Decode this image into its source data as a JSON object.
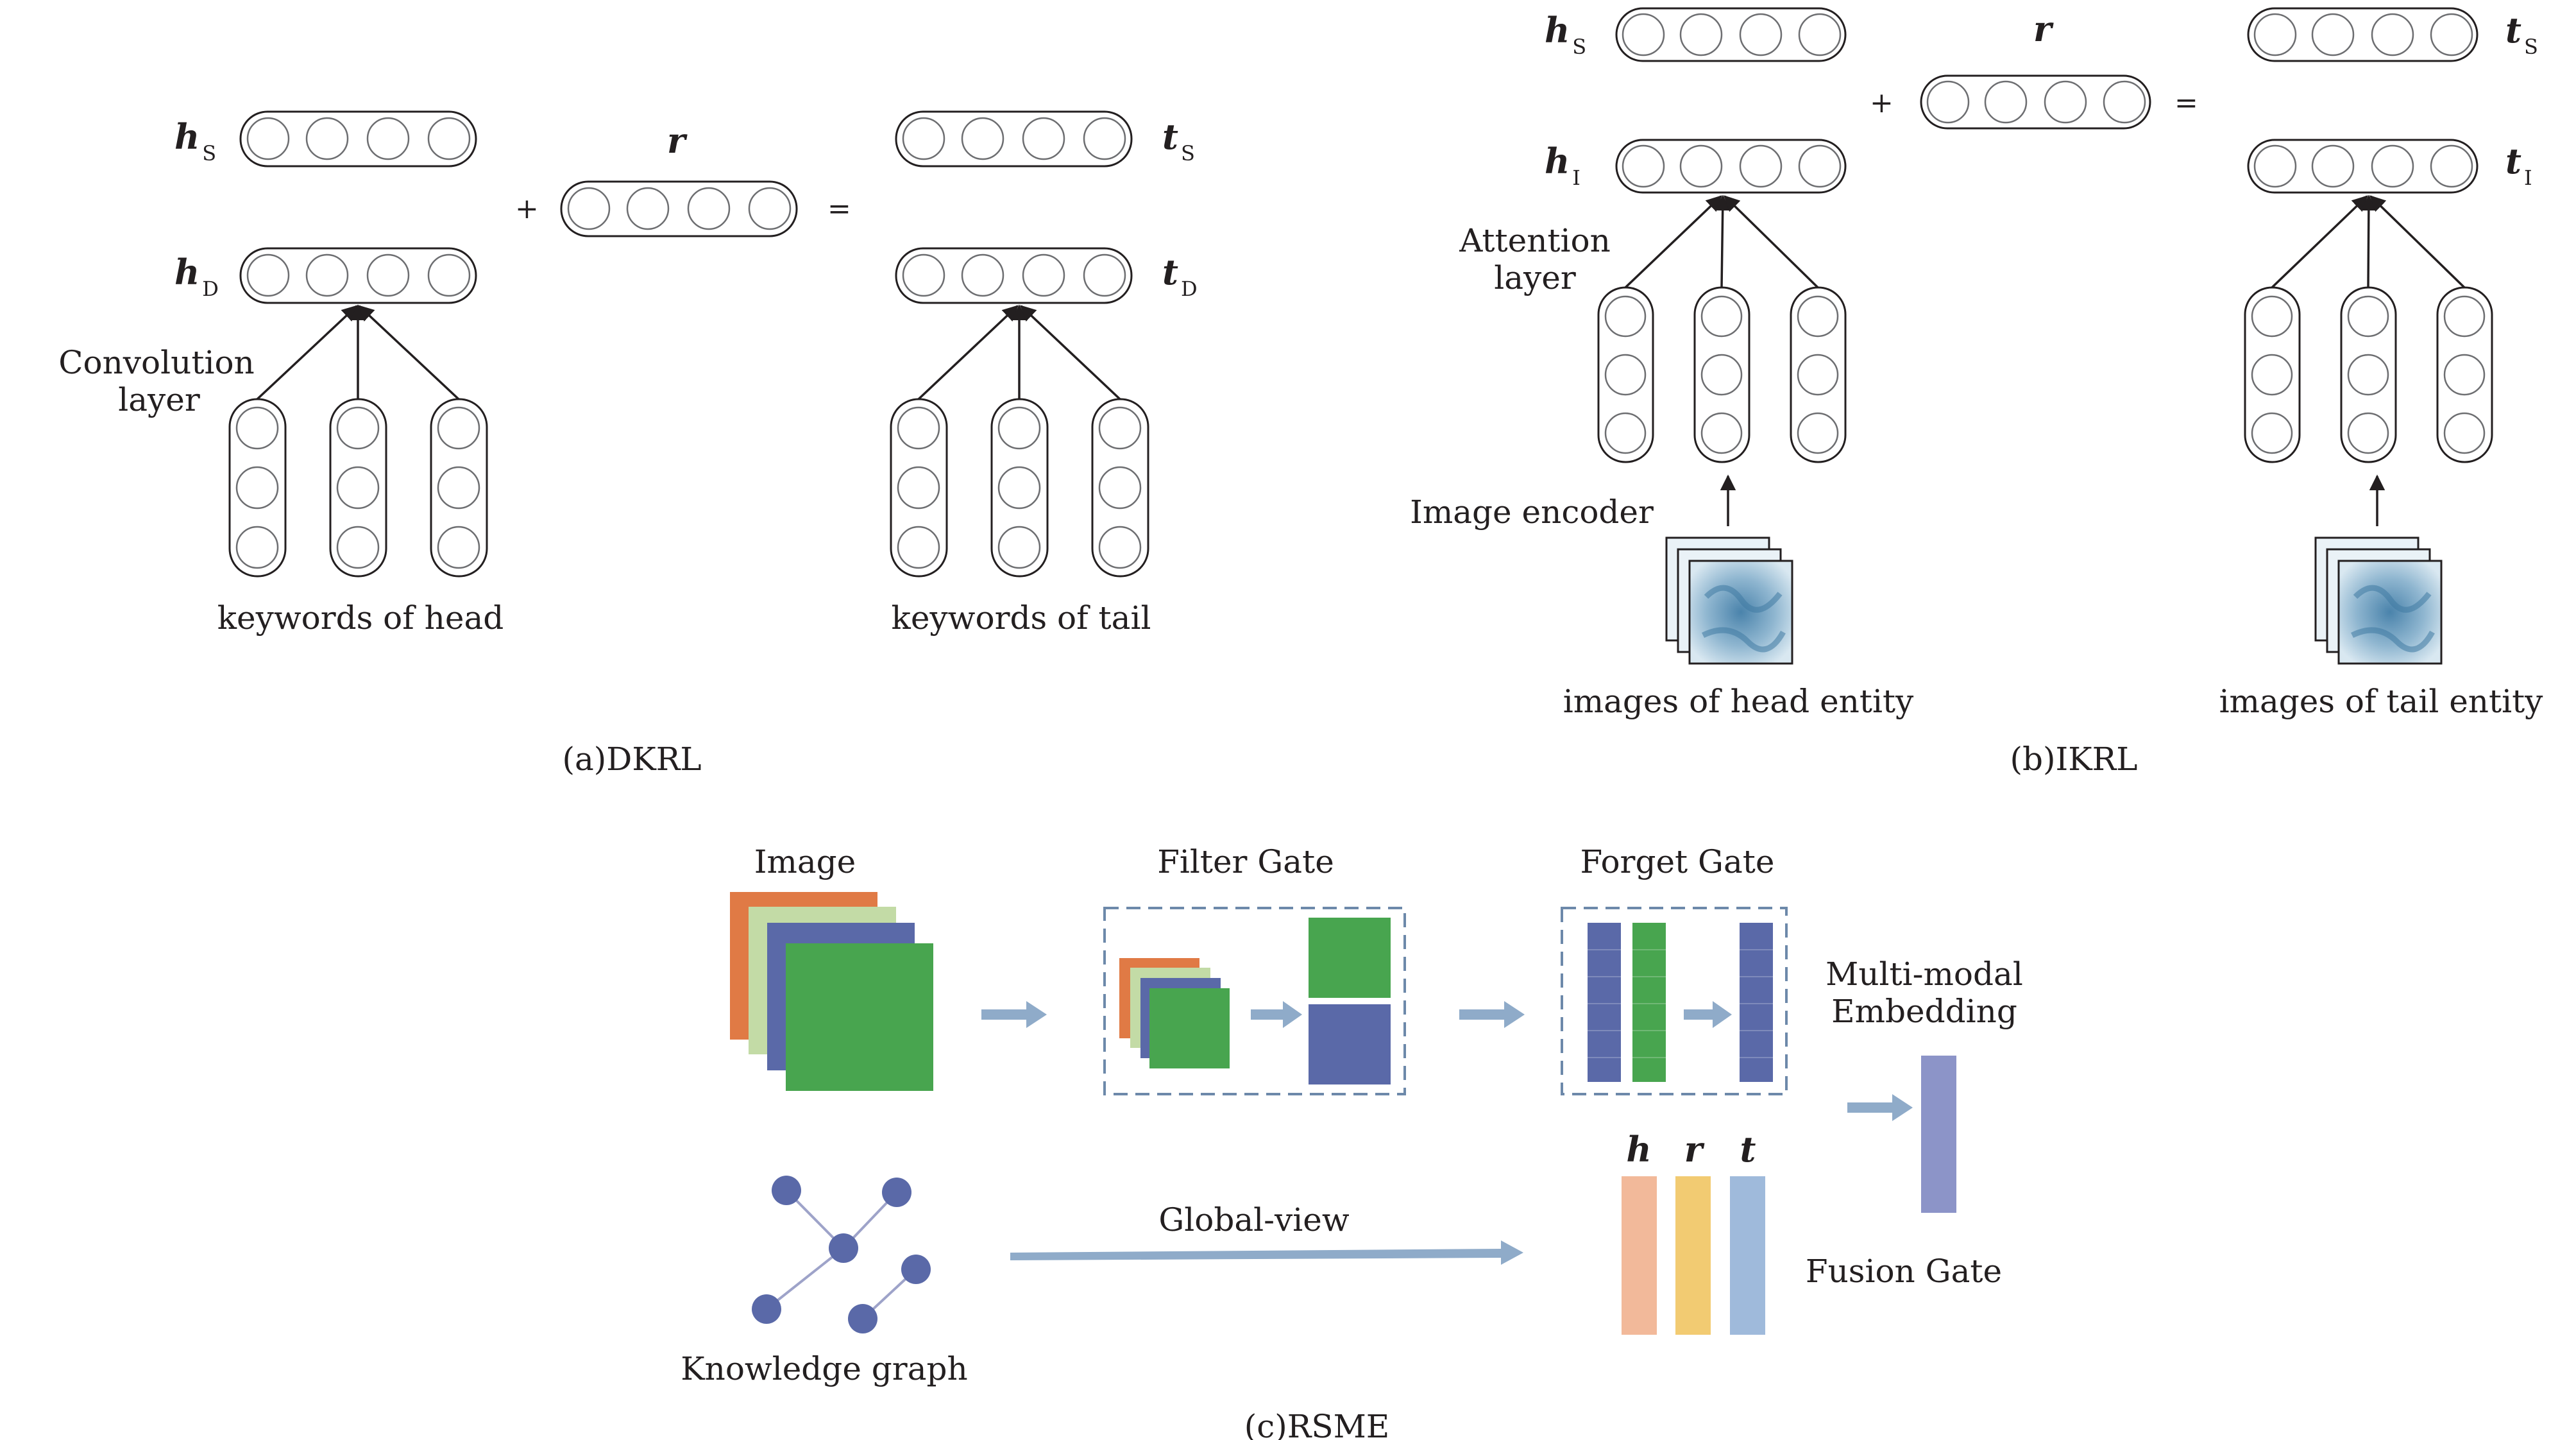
{
  "panel_a": {
    "caption": "(a)DKRL",
    "h_s": "h",
    "h_s_sub": "S",
    "h_d": "h",
    "h_d_sub": "D",
    "r": "r",
    "t_s": "t",
    "t_s_sub": "S",
    "t_d": "t",
    "t_d_sub": "D",
    "plus": "+",
    "equals": "=",
    "conv_line1": "Convolution",
    "conv_line2": "layer",
    "keywords_head": "keywords of head",
    "keywords_tail": "keywords of tail"
  },
  "panel_b": {
    "caption": "(b)IKRL",
    "h_s": "h",
    "h_s_sub": "S",
    "h_i": "h",
    "h_i_sub": "I",
    "r": "r",
    "t_s": "t",
    "t_s_sub": "S",
    "t_i": "t",
    "t_i_sub": "I",
    "plus": "+",
    "equals": "=",
    "att_line1": "Attention",
    "att_line2": "layer",
    "image_encoder": "Image encoder",
    "images_head": "images of head entity",
    "images_tail": "images of tail entity"
  },
  "panel_c": {
    "caption": "(c)RSME",
    "image": "Image",
    "filter_gate": "Filter Gate",
    "forget_gate": "Forget Gate",
    "mm_line1": "Multi-modal",
    "mm_line2": "Embedding",
    "h": "h",
    "r": "r",
    "t": "t",
    "global_view": "Global-view",
    "fusion_gate": "Fusion Gate",
    "knowledge_graph": "Knowledge graph"
  },
  "colors": {
    "orange": "#e07a45",
    "light_green": "#c3dba6",
    "blue": "#5a69a8",
    "green": "#48a54f",
    "arrow": "#8fabc9",
    "h_bar": "#f2b99a",
    "r_bar": "#f2cb72",
    "t_bar": "#9fbadb",
    "embedding": "#8c94c8"
  }
}
